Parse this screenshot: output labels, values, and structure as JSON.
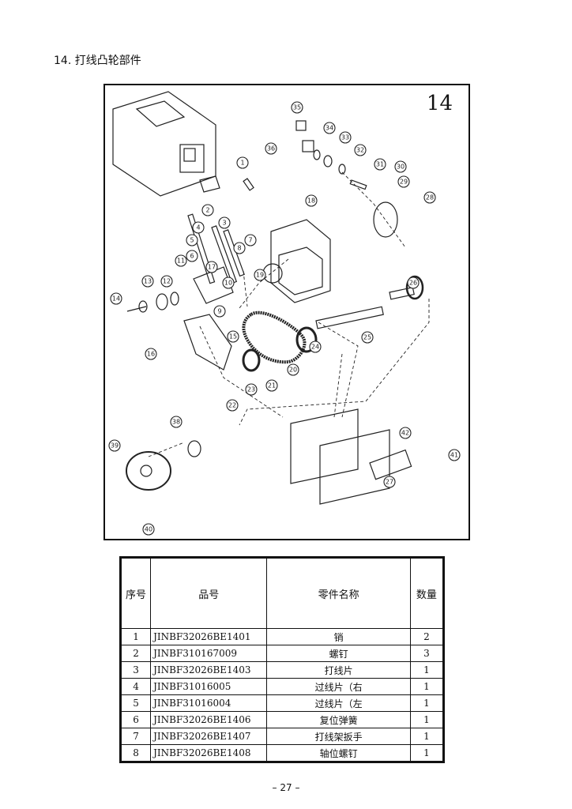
{
  "section": {
    "title": "14.  打线凸轮部件"
  },
  "figure": {
    "number": "14",
    "callouts": [
      "35",
      "36",
      "34",
      "33",
      "32",
      "31",
      "30",
      "29",
      "28",
      "1",
      "2",
      "3",
      "4",
      "5",
      "6",
      "7",
      "8",
      "9",
      "10",
      "11",
      "12",
      "13",
      "14",
      "15",
      "16",
      "17",
      "18",
      "19",
      "20",
      "21",
      "22",
      "23",
      "24",
      "25",
      "26",
      "27",
      "38",
      "39",
      "40",
      "41",
      "42"
    ]
  },
  "table": {
    "headers": {
      "seq": "序号",
      "code": "品号",
      "name": "零件名称",
      "qty": "数量"
    },
    "rows": [
      {
        "seq": "1",
        "code": "JINBF32026BE1401",
        "name": "销",
        "qty": "2"
      },
      {
        "seq": "2",
        "code": "JINBF310167009",
        "name": "螺钉",
        "qty": "3"
      },
      {
        "seq": "3",
        "code": "JINBF32026BE1403",
        "name": "打线片",
        "qty": "1"
      },
      {
        "seq": "4",
        "code": "JINBF31016005",
        "name": "过线片（右",
        "qty": "1"
      },
      {
        "seq": "5",
        "code": "JINBF31016004",
        "name": "过线片（左",
        "qty": "1"
      },
      {
        "seq": "6",
        "code": "JINBF32026BE1406",
        "name": "复位弹簧",
        "qty": "1"
      },
      {
        "seq": "7",
        "code": "JINBF32026BE1407",
        "name": "打线架扳手",
        "qty": "1"
      },
      {
        "seq": "8",
        "code": "JINBF32026BE1408",
        "name": "轴位螺钉",
        "qty": "1"
      }
    ]
  },
  "page": {
    "number": "– 27 –"
  }
}
